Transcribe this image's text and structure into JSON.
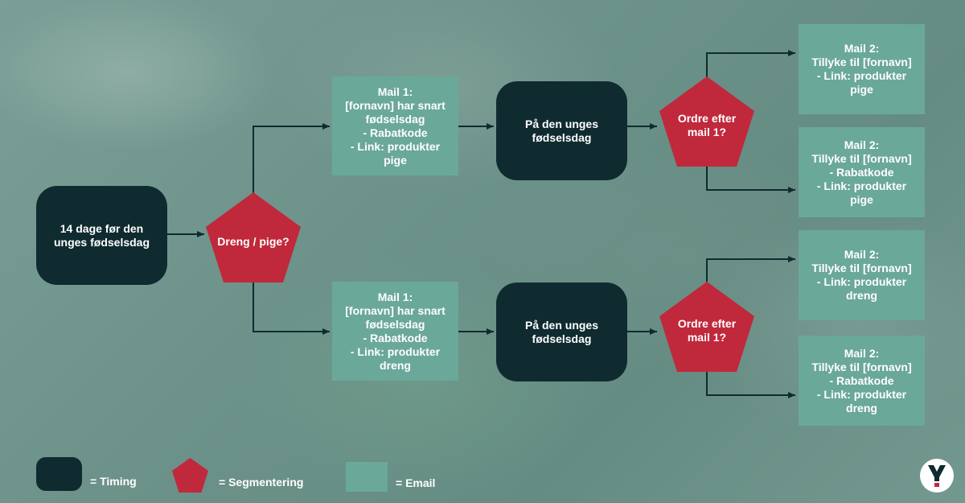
{
  "colors": {
    "timing": "#0f2b30",
    "segmentation": "#c0293b",
    "email": "#6aa89a",
    "connector": "#0f2b30",
    "text": "#ffffff"
  },
  "nodes": {
    "start": "14 dage før den\nunges fødselsdag",
    "gender_split": "Dreng / pige?",
    "mail1_girl": "Mail 1:\n[fornavn] har snart\nfødselsdag\n- Rabatkode\n- Link: produkter\npige",
    "mail1_boy": "Mail 1:\n[fornavn] har snart\nfødselsdag\n- Rabatkode\n- Link: produkter\ndreng",
    "birthday_girl": "På den unges\nfødselsdag",
    "birthday_boy": "På den unges\nfødselsdag",
    "order_check_girl": "Ordre efter\nmail 1?",
    "order_check_boy": "Ordre efter\nmail 1?",
    "mail2_girl_no_code": "Mail 2:\nTillyke til [fornavn]\n- Link: produkter\npige",
    "mail2_girl_code": "Mail 2:\nTillyke til [fornavn]\n- Rabatkode\n- Link: produkter\npige",
    "mail2_boy_no_code": "Mail 2:\nTillyke til [fornavn]\n- Link: produkter\ndreng",
    "mail2_boy_code": "Mail 2:\nTillyke til [fornavn]\n- Rabatkode\n- Link: produkter\ndreng"
  },
  "legend": {
    "timing": "= Timing",
    "segmentation": "= Segmentering",
    "email": "= Email"
  },
  "logo": {
    "icon": "y-exclamation-logo"
  }
}
